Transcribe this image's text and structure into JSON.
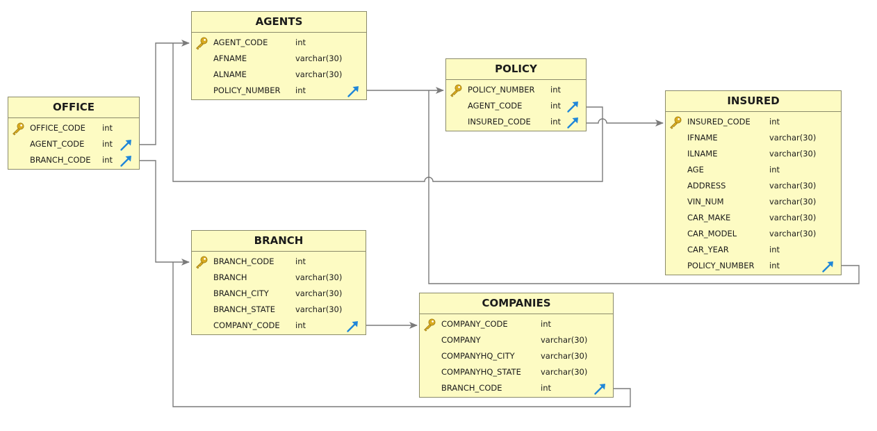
{
  "colors": {
    "entity_fill": "#fdfbc3",
    "entity_border": "#8a8a6a",
    "connector": "#7a7a7a",
    "key_icon": "#d8aa20",
    "fk_icon": "#1f86d8"
  },
  "entities": [
    {
      "id": "agents",
      "title": "AGENTS",
      "columns": [
        {
          "name": "AGENT_CODE",
          "type": "int",
          "pk": true,
          "fk": false
        },
        {
          "name": "AFNAME",
          "type": "varchar(30)",
          "pk": false,
          "fk": false
        },
        {
          "name": "ALNAME",
          "type": "varchar(30)",
          "pk": false,
          "fk": false
        },
        {
          "name": "POLICY_NUMBER",
          "type": "int",
          "pk": false,
          "fk": true
        }
      ]
    },
    {
      "id": "office",
      "title": "OFFICE",
      "columns": [
        {
          "name": "OFFICE_CODE",
          "type": "int",
          "pk": true,
          "fk": false
        },
        {
          "name": "AGENT_CODE",
          "type": "int",
          "pk": false,
          "fk": true
        },
        {
          "name": "BRANCH_CODE",
          "type": "int",
          "pk": false,
          "fk": true
        }
      ]
    },
    {
      "id": "policy",
      "title": "POLICY",
      "columns": [
        {
          "name": "POLICY_NUMBER",
          "type": "int",
          "pk": true,
          "fk": false
        },
        {
          "name": "AGENT_CODE",
          "type": "int",
          "pk": false,
          "fk": true
        },
        {
          "name": "INSURED_CODE",
          "type": "int",
          "pk": false,
          "fk": true
        }
      ]
    },
    {
      "id": "insured",
      "title": "INSURED",
      "columns": [
        {
          "name": "INSURED_CODE",
          "type": "int",
          "pk": true,
          "fk": false
        },
        {
          "name": "IFNAME",
          "type": "varchar(30)",
          "pk": false,
          "fk": false
        },
        {
          "name": "ILNAME",
          "type": "varchar(30)",
          "pk": false,
          "fk": false
        },
        {
          "name": "AGE",
          "type": "int",
          "pk": false,
          "fk": false
        },
        {
          "name": "ADDRESS",
          "type": "varchar(30)",
          "pk": false,
          "fk": false
        },
        {
          "name": "VIN_NUM",
          "type": "varchar(30)",
          "pk": false,
          "fk": false
        },
        {
          "name": "CAR_MAKE",
          "type": "varchar(30)",
          "pk": false,
          "fk": false
        },
        {
          "name": "CAR_MODEL",
          "type": "varchar(30)",
          "pk": false,
          "fk": false
        },
        {
          "name": "CAR_YEAR",
          "type": "int",
          "pk": false,
          "fk": false
        },
        {
          "name": "POLICY_NUMBER",
          "type": "int",
          "pk": false,
          "fk": true
        }
      ]
    },
    {
      "id": "branch",
      "title": "BRANCH",
      "columns": [
        {
          "name": "BRANCH_CODE",
          "type": "int",
          "pk": true,
          "fk": false
        },
        {
          "name": "BRANCH",
          "type": "varchar(30)",
          "pk": false,
          "fk": false
        },
        {
          "name": "BRANCH_CITY",
          "type": "varchar(30)",
          "pk": false,
          "fk": false
        },
        {
          "name": "BRANCH_STATE",
          "type": "varchar(30)",
          "pk": false,
          "fk": false
        },
        {
          "name": "COMPANY_CODE",
          "type": "int",
          "pk": false,
          "fk": true
        }
      ]
    },
    {
      "id": "companies",
      "title": "COMPANIES",
      "columns": [
        {
          "name": "COMPANY_CODE",
          "type": "int",
          "pk": true,
          "fk": false
        },
        {
          "name": "COMPANY",
          "type": "varchar(30)",
          "pk": false,
          "fk": false
        },
        {
          "name": "COMPANYHQ_CITY",
          "type": "varchar(30)",
          "pk": false,
          "fk": false
        },
        {
          "name": "COMPANYHQ_STATE",
          "type": "varchar(30)",
          "pk": false,
          "fk": false
        },
        {
          "name": "BRANCH_CODE",
          "type": "int",
          "pk": false,
          "fk": true
        }
      ]
    }
  ],
  "relationships": [
    {
      "from": "office.AGENT_CODE",
      "to": "agents.AGENT_CODE"
    },
    {
      "from": "office.BRANCH_CODE",
      "to": "branch.BRANCH_CODE"
    },
    {
      "from": "agents.POLICY_NUMBER",
      "to": "policy.POLICY_NUMBER"
    },
    {
      "from": "policy.AGENT_CODE",
      "to": "agents.AGENT_CODE"
    },
    {
      "from": "policy.INSURED_CODE",
      "to": "insured.INSURED_CODE"
    },
    {
      "from": "insured.POLICY_NUMBER",
      "to": "policy.POLICY_NUMBER"
    },
    {
      "from": "branch.COMPANY_CODE",
      "to": "companies.COMPANY_CODE"
    },
    {
      "from": "companies.BRANCH_CODE",
      "to": "branch.BRANCH_CODE"
    }
  ]
}
